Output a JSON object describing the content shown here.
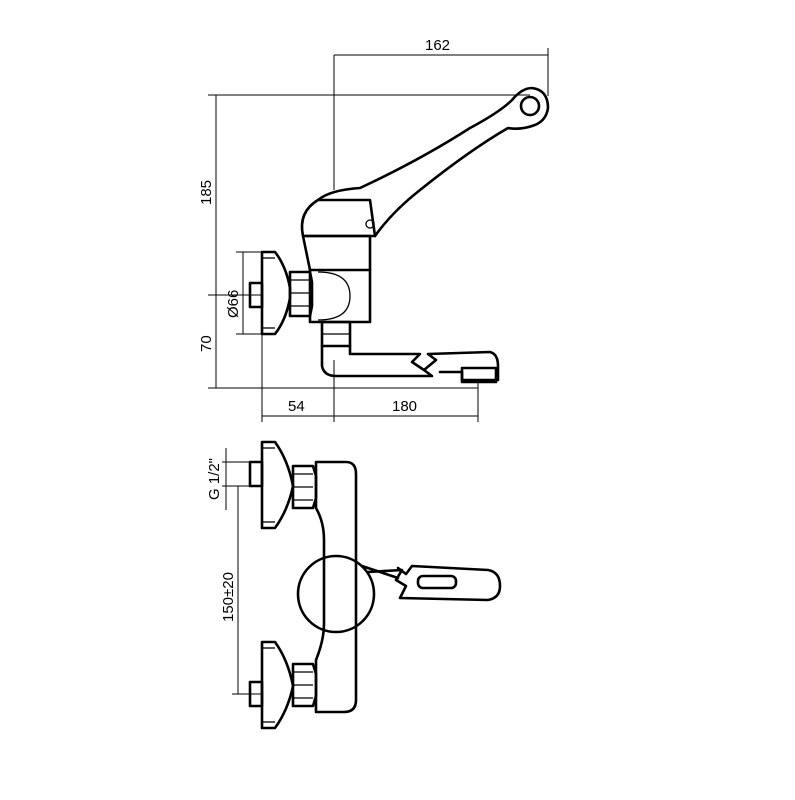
{
  "dimensions": {
    "width_162": "162",
    "height_185": "185",
    "diameter_66": "Ø66",
    "height_70": "70",
    "offset_54": "54",
    "spout_180": "180",
    "thread": "G 1/2\"",
    "centers": "150±20"
  }
}
